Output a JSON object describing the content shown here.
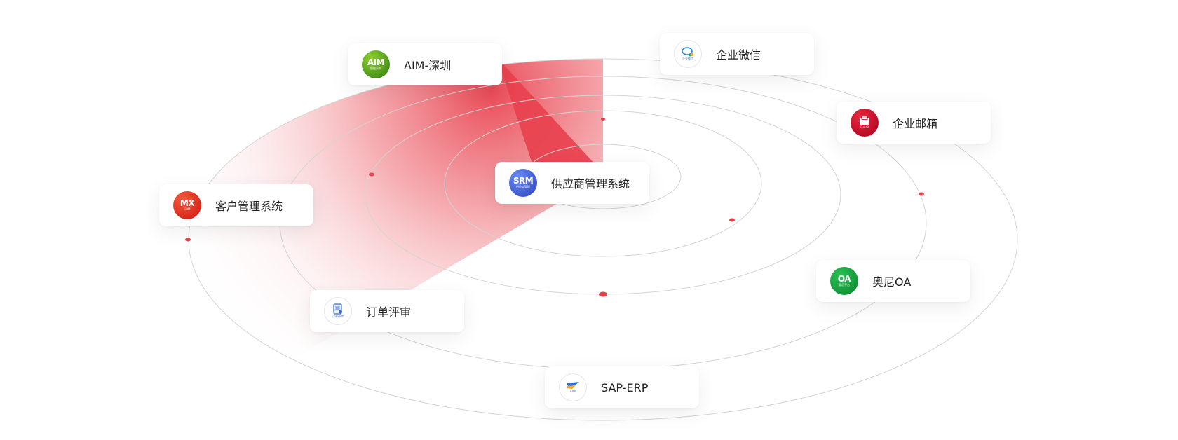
{
  "nodes": [
    {
      "id": "aim",
      "label": "AIM-深圳",
      "icon_name": "aim-logo-icon",
      "icon_text": "AIM",
      "icon_sub": "智能采购",
      "icon_colors": [
        "#7cc227",
        "#2f7a12"
      ]
    },
    {
      "id": "wechat",
      "label": "企业微信",
      "icon_name": "wechat-work-icon",
      "icon_text": "",
      "icon_sub": "企业微信",
      "icon_colors": [
        "#ffffff",
        "#ffffff"
      ]
    },
    {
      "id": "email",
      "label": "企业邮箱",
      "icon_name": "email-icon",
      "icon_text": "",
      "icon_sub": "E-mail",
      "icon_colors": [
        "#e0223a",
        "#b8001f"
      ]
    },
    {
      "id": "crm",
      "label": "客户管理系统",
      "icon_name": "crm-logo-icon",
      "icon_text": "MX",
      "icon_sub": "CRM",
      "icon_colors": [
        "#f04f3a",
        "#d81e0f"
      ]
    },
    {
      "id": "srm",
      "label": "供应商管理系统",
      "icon_name": "srm-logo-icon",
      "icon_text": "SRM",
      "icon_sub": "供应商管理",
      "icon_colors": [
        "#5a7de8",
        "#2d46c9"
      ]
    },
    {
      "id": "oa",
      "label": "奥尼OA",
      "icon_name": "oa-logo-icon",
      "icon_text": "OA",
      "icon_sub": "奥尼平台",
      "icon_colors": [
        "#23b14d",
        "#0b8a31"
      ]
    },
    {
      "id": "order",
      "label": "订单评审",
      "icon_name": "order-review-icon",
      "icon_text": "",
      "icon_sub": "订单评审",
      "icon_colors": [
        "#ffffff",
        "#ffffff"
      ]
    },
    {
      "id": "erp",
      "label": "SAP-ERP",
      "icon_name": "erp-logo-icon",
      "icon_text": "",
      "icon_sub": "ERP",
      "icon_colors": [
        "#ffffff",
        "#ffffff"
      ]
    }
  ],
  "colors": {
    "accent": "#e8414e",
    "ring": "#d4d4d4",
    "dot": "#e8414e"
  }
}
